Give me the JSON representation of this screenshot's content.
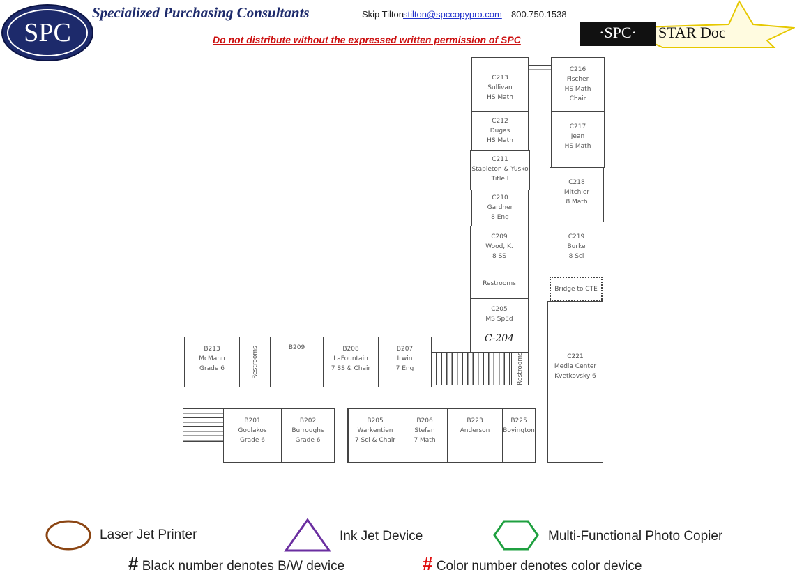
{
  "header": {
    "logo_text": "SPC",
    "company": "Specialized Purchasing Consultants",
    "contact_name": "Skip Tilton",
    "contact_email": "stilton@spccopypro.com",
    "contact_phone": "800.750.1538",
    "warning": "Do not distribute without the expressed written permission of SPC",
    "star_logo_spc": "·SPC·",
    "star_logo_title": "STAR Doc"
  },
  "rooms": {
    "c213": [
      "C213",
      "Sullivan",
      "HS Math"
    ],
    "c212": [
      "C212",
      "Dugas",
      "HS Math"
    ],
    "c211": [
      "C211",
      "Stapleton & Yusko",
      "Title I"
    ],
    "c210": [
      "C210",
      "Gardner",
      "8 Eng"
    ],
    "c209": [
      "C209",
      "Wood, K.",
      "8 SS"
    ],
    "restrooms_c": "Restrooms",
    "c205": [
      "C205",
      "MS SpEd"
    ],
    "c204_note": "C-204",
    "restrooms_c2": "Restrooms",
    "c216": [
      "C216",
      "Fischer",
      "HS Math",
      "Chair"
    ],
    "c217": [
      "C217",
      "Jean",
      "HS Math"
    ],
    "c218": [
      "C218",
      "Mitchler",
      "8 Math"
    ],
    "c219": [
      "C219",
      "Burke",
      "8 Sci"
    ],
    "bridge": "Bridge to CTE",
    "c221": [
      "C221",
      "Media Center",
      "Kvetkovsky 6"
    ],
    "b213": [
      "B213",
      "McMann",
      "Grade 6"
    ],
    "restrooms_b": "Restrooms",
    "b209": [
      "B209"
    ],
    "b208": [
      "B208",
      "LaFountain",
      "7 SS & Chair"
    ],
    "b207": [
      "B207",
      "Irwin",
      "7 Eng"
    ],
    "b201": [
      "B201",
      "Goulakos",
      "Grade 6"
    ],
    "b202": [
      "B202",
      "Burroughs",
      "Grade 6"
    ],
    "b205": [
      "B205",
      "Warkentien",
      "7 Sci & Chair"
    ],
    "b206": [
      "B206",
      "Stefan",
      "7 Math"
    ],
    "b223": [
      "B223",
      "Anderson"
    ],
    "b225": [
      "B225",
      "Boyington"
    ]
  },
  "legend": {
    "laser": "Laser Jet Printer",
    "inkjet": "Ink Jet Device",
    "mfp": "Multi-Functional Photo Copier",
    "hash": "#",
    "bw_note": "Black number denotes B/W device",
    "color_note": "Color number denotes color device",
    "colors": {
      "laser": "#8b4513",
      "inkjet": "#6a2ea0",
      "mfp": "#1fa040",
      "color_hash": "#e01010"
    }
  }
}
